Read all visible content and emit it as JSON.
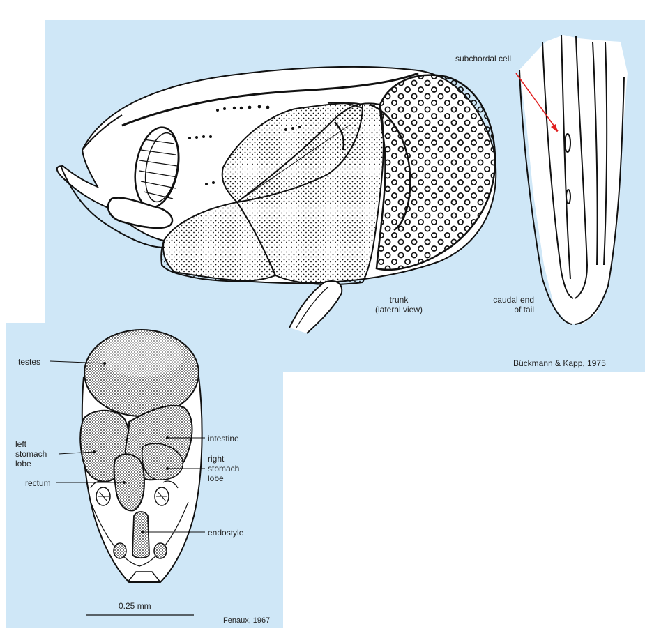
{
  "figure_top": {
    "labels": {
      "subchordal_cell": "subchordal cell",
      "trunk": "trunk\n(lateral view)",
      "caudal_end": "caudal end\nof tail",
      "credit": "Bückmann & Kapp, 1975"
    },
    "colors": {
      "panel": "#cfe7f7",
      "arrow": "#e02020",
      "ink": "#111111"
    }
  },
  "figure_bottom": {
    "labels": {
      "testes": "testes",
      "left_stomach_lobe": "left\nstomach\nlobe",
      "rectum": "rectum",
      "intestine": "intestine",
      "right_stomach_lobe": "right\nstomach\nlobe",
      "endostyle": "endostyle",
      "scale": "0.25 mm",
      "credit": "Fenaux, 1967"
    }
  }
}
